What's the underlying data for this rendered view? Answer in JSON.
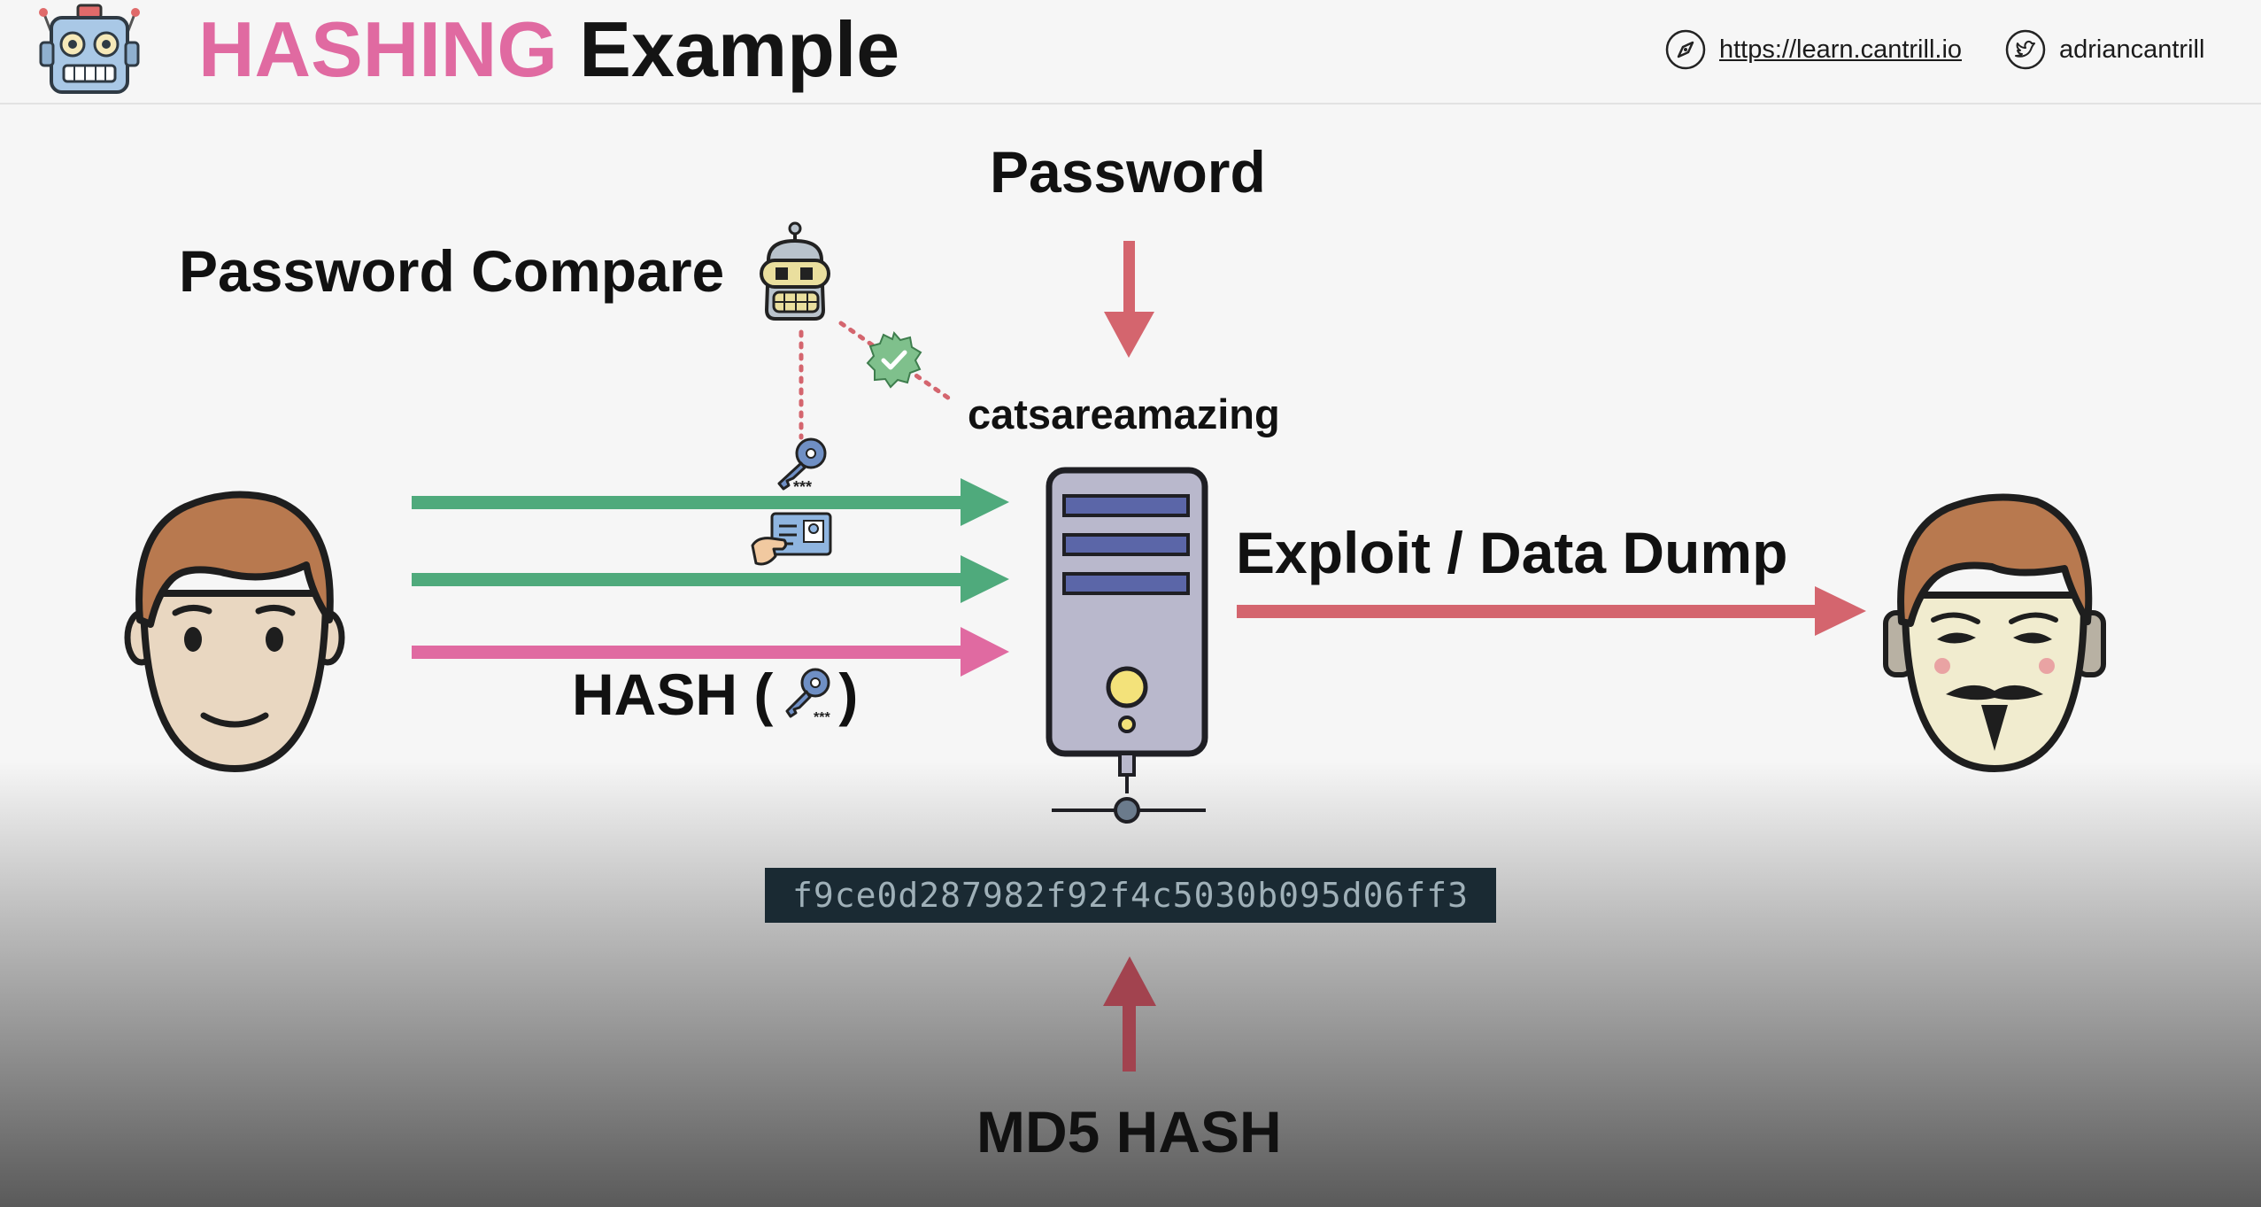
{
  "header": {
    "title_accent": "HASHING",
    "title_rest": "Example",
    "url": "https://learn.cantrill.io",
    "twitter": "adriancantrill",
    "icons": [
      "robot-logo-icon",
      "compass-icon",
      "twitter-bird-icon"
    ]
  },
  "diagram": {
    "password_label": "Password",
    "compare_label": "Password Compare",
    "plain_password": "catsareamazing",
    "exploit_label": "Exploit / Data Dump",
    "hash_label_prefix": "HASH (",
    "hash_label_suffix": ")",
    "hash_value": "f9ce0d287982f92f4c5030b095d06ff3",
    "md5_label": "MD5 HASH",
    "key_stars": "***",
    "icons": [
      "user-face-icon",
      "key-icon",
      "id-card-icon",
      "server-icon",
      "compare-robot-icon",
      "check-badge-icon",
      "attacker-mask-icon"
    ]
  },
  "colors": {
    "green_arrow": "#4faa7c",
    "pink_arrow": "#e06aa1",
    "red_arrow": "#d4656e",
    "dark_red_arrow": "#a2434f",
    "accent": "#e06aa1"
  }
}
